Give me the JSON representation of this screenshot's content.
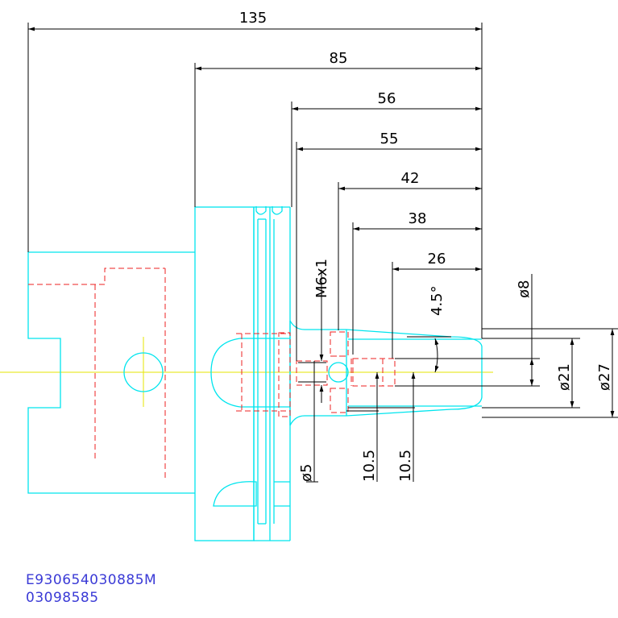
{
  "dimensions": {
    "d135": "135",
    "d85": "85",
    "d56": "56",
    "d55": "55",
    "d42": "42",
    "d38": "38",
    "d26": "26",
    "angle": "4.5°",
    "thread": "M6x1",
    "dia8": "ø8",
    "dia21": "ø21",
    "dia27": "ø27",
    "dia5": "ø5",
    "h105a": "10.5",
    "h105b": "10.5"
  },
  "codes": {
    "line1": "E930654030885M",
    "line2": "03098585"
  },
  "colors": {
    "outline": "#00e5ee",
    "hidden": "#ee2222",
    "centerline": "#e6e600",
    "dimension": "#000000",
    "code_text": "#3a3ad6"
  }
}
